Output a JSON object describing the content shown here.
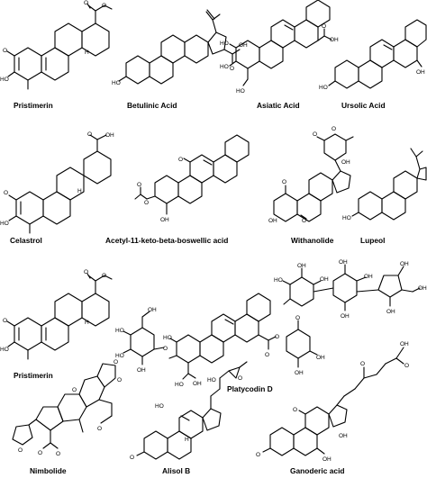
{
  "compounds": [
    {
      "id": "pristimerin-1",
      "name": "Pristimerin"
    },
    {
      "id": "betulinic-acid",
      "name": "Betulinic Acid"
    },
    {
      "id": "asiatic-acid",
      "name": "Asiatic Acid"
    },
    {
      "id": "ursolic-acid",
      "name": "Ursolic Acid"
    },
    {
      "id": "celastrol",
      "name": "Celastrol"
    },
    {
      "id": "akba",
      "name": "Acetyl-11-keto-beta-boswellic acid"
    },
    {
      "id": "withanolide",
      "name": "Withanolide"
    },
    {
      "id": "lupeol",
      "name": "Lupeol"
    },
    {
      "id": "pristimerin-2",
      "name": "Pristimerin"
    },
    {
      "id": "platycodin-d",
      "name": "Platycodin D"
    },
    {
      "id": "nimbolide",
      "name": "Nimbolide"
    },
    {
      "id": "alisol-b",
      "name": "Alisol B"
    },
    {
      "id": "ganoderic-acid",
      "name": "Ganoderic acid"
    }
  ],
  "atoms": {
    "O": "O",
    "H": "H",
    "OH": "OH",
    "HO": "HO"
  }
}
